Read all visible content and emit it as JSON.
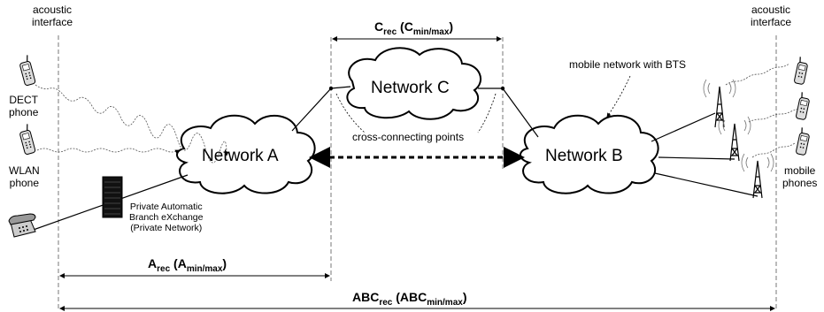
{
  "labels": {
    "acoustic_left": [
      "acoustic",
      "interface"
    ],
    "acoustic_right": [
      "acoustic",
      "interface"
    ],
    "dect_phone": [
      "DECT",
      "phone"
    ],
    "wlan_phone": [
      "WLAN",
      "phone"
    ],
    "mobile_phones": [
      "mobile",
      "phones"
    ],
    "pbx": [
      "Private Automatic",
      "Branch eXchange",
      "(Private Network)"
    ],
    "mobile_network": "mobile network with BTS",
    "cross_connecting": "cross-connecting points"
  },
  "networks": {
    "a": "Network A",
    "b": "Network B",
    "c": "Network C"
  },
  "measures": {
    "c": {
      "main": "C",
      "sub": "rec",
      "open": " (C",
      "sub2": "min/max",
      "close": ")"
    },
    "a": {
      "main": "A",
      "sub": "rec",
      "open": " (A",
      "sub2": "min/max",
      "close": ")"
    },
    "abc": {
      "main": "ABC",
      "sub": "rec",
      "open": " (ABC",
      "sub2": "min/max",
      "close": ")"
    }
  }
}
